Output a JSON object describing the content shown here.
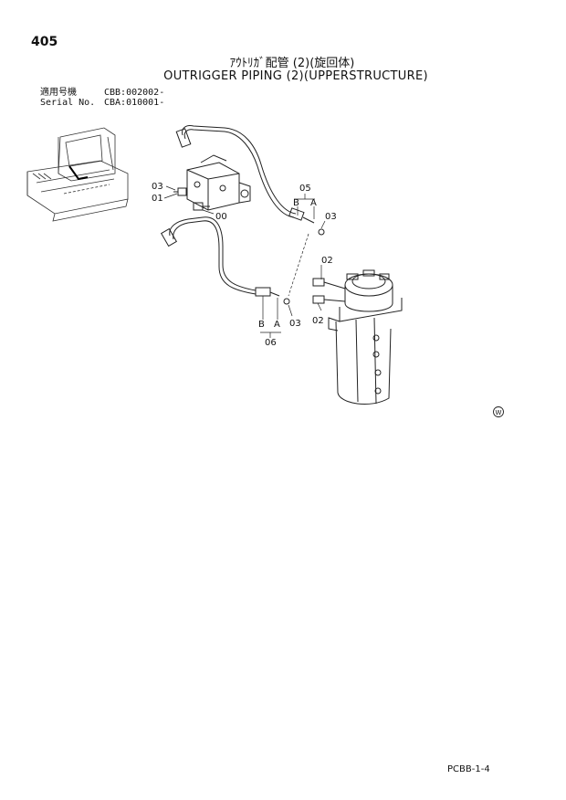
{
  "page_number": "405",
  "title_japanese": "ｱｳﾄﾘｶﾞ配管 (2)(旋回体)",
  "title_english": "OUTRIGGER PIPING (2)(UPPERSTRUCTURE)",
  "serial_info": [
    {
      "label": "適用号機",
      "value": "CBB:002002-"
    },
    {
      "label": "Serial No.",
      "value": "CBA:010001-"
    }
  ],
  "callouts": [
    "03",
    "01",
    "00",
    "05",
    "B",
    "A",
    "03",
    "02",
    "02",
    "B",
    "A",
    "03",
    "06"
  ],
  "mark_symbol": "W",
  "page_code": "PCBB-1-4"
}
